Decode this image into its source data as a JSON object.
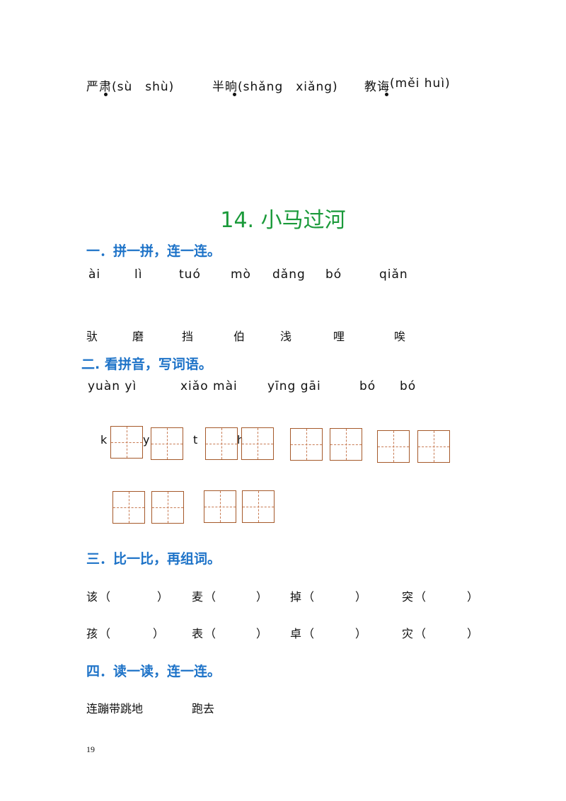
{
  "top_line": {
    "items": [
      {
        "word": "严肃",
        "pinyin": "(sù　shù)"
      },
      {
        "word": "半晌",
        "pinyin": "(shǎng　xiǎng)"
      },
      {
        "word": "教诲",
        "pinyin": "(měi huì)"
      }
    ]
  },
  "title": "14. 小马过河",
  "section1": {
    "heading": "一．拼一拼，连一连。",
    "pinyin": [
      "ài",
      "lì",
      "tuó",
      "mò",
      "dǎng",
      "bó",
      "qiǎn"
    ],
    "chars": [
      "驮",
      "磨",
      "挡",
      "伯",
      "浅",
      "哩",
      "唉"
    ]
  },
  "section2": {
    "heading": "二. 看拼音，写词语。",
    "pinyin": [
      "yuàn yì",
      "xiǎo mài",
      "yīng gāi",
      "bó",
      "bó"
    ],
    "partial_letters": [
      "k",
      "y",
      "t",
      "h"
    ]
  },
  "section3": {
    "heading": "三．比一比，再组词。",
    "row1": [
      {
        "char": "该",
        "open": "（",
        "close": "）"
      },
      {
        "char": "麦",
        "open": "（",
        "close": "）"
      },
      {
        "char": "掉",
        "open": "（",
        "close": "）"
      },
      {
        "char": "突",
        "open": "（",
        "close": "）"
      }
    ],
    "row2": [
      {
        "char": "孩",
        "open": "（",
        "close": "）"
      },
      {
        "char": "表",
        "open": "（",
        "close": "）"
      },
      {
        "char": "卓",
        "open": "（",
        "close": "）"
      },
      {
        "char": "灾",
        "open": "（",
        "close": "）"
      }
    ]
  },
  "section4": {
    "heading": "四．读一读，连一连。",
    "left": "连蹦带跳地",
    "right": "跑去"
  },
  "page_number": "19",
  "colors": {
    "title": "#1a9a3a",
    "heading": "#1e73c8",
    "grid": "#a5592a"
  }
}
